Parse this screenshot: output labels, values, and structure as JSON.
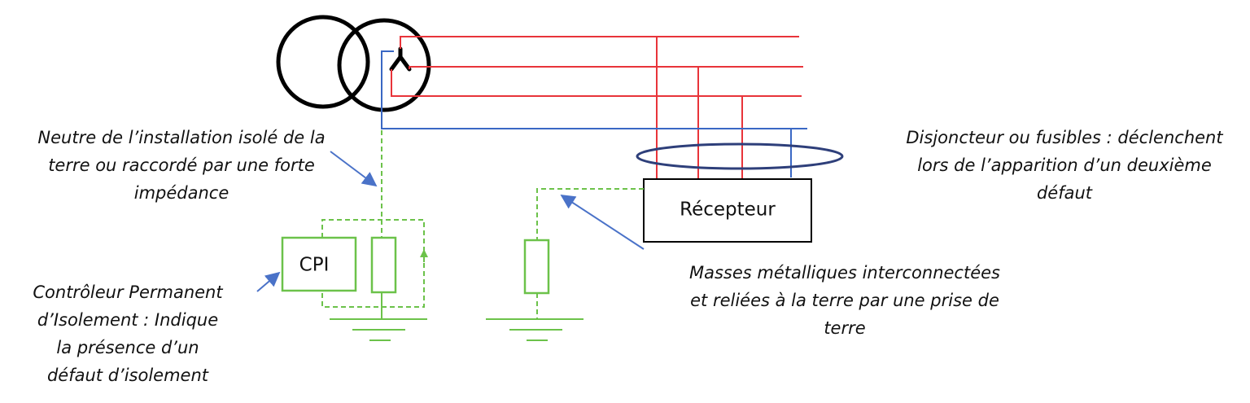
{
  "annotations": {
    "neutral": "Neutre de l’installation isolé de la\nterre ou raccordé par une forte\nimpédance",
    "breaker": "Disjoncteur ou fusibles : déclenchent\nlors de l’apparition d’un deuxième\ndéfaut",
    "cpi_desc": "Contrôleur Permanent\nd’Isolement : Indique\nla présence d’un\ndéfaut d’isolement",
    "masses": "Masses métalliques interconnectées\net reliées à la terre par une prise de\nterre"
  },
  "labels": {
    "cpi": "CPI",
    "receiver": "Récepteur"
  },
  "colors": {
    "phase": "#e8343a",
    "neutral": "#3a68c4",
    "earth": "#6cc24a",
    "arrow": "#4a72c8",
    "ellipse": "#2e3f7a",
    "outline": "#000000"
  }
}
